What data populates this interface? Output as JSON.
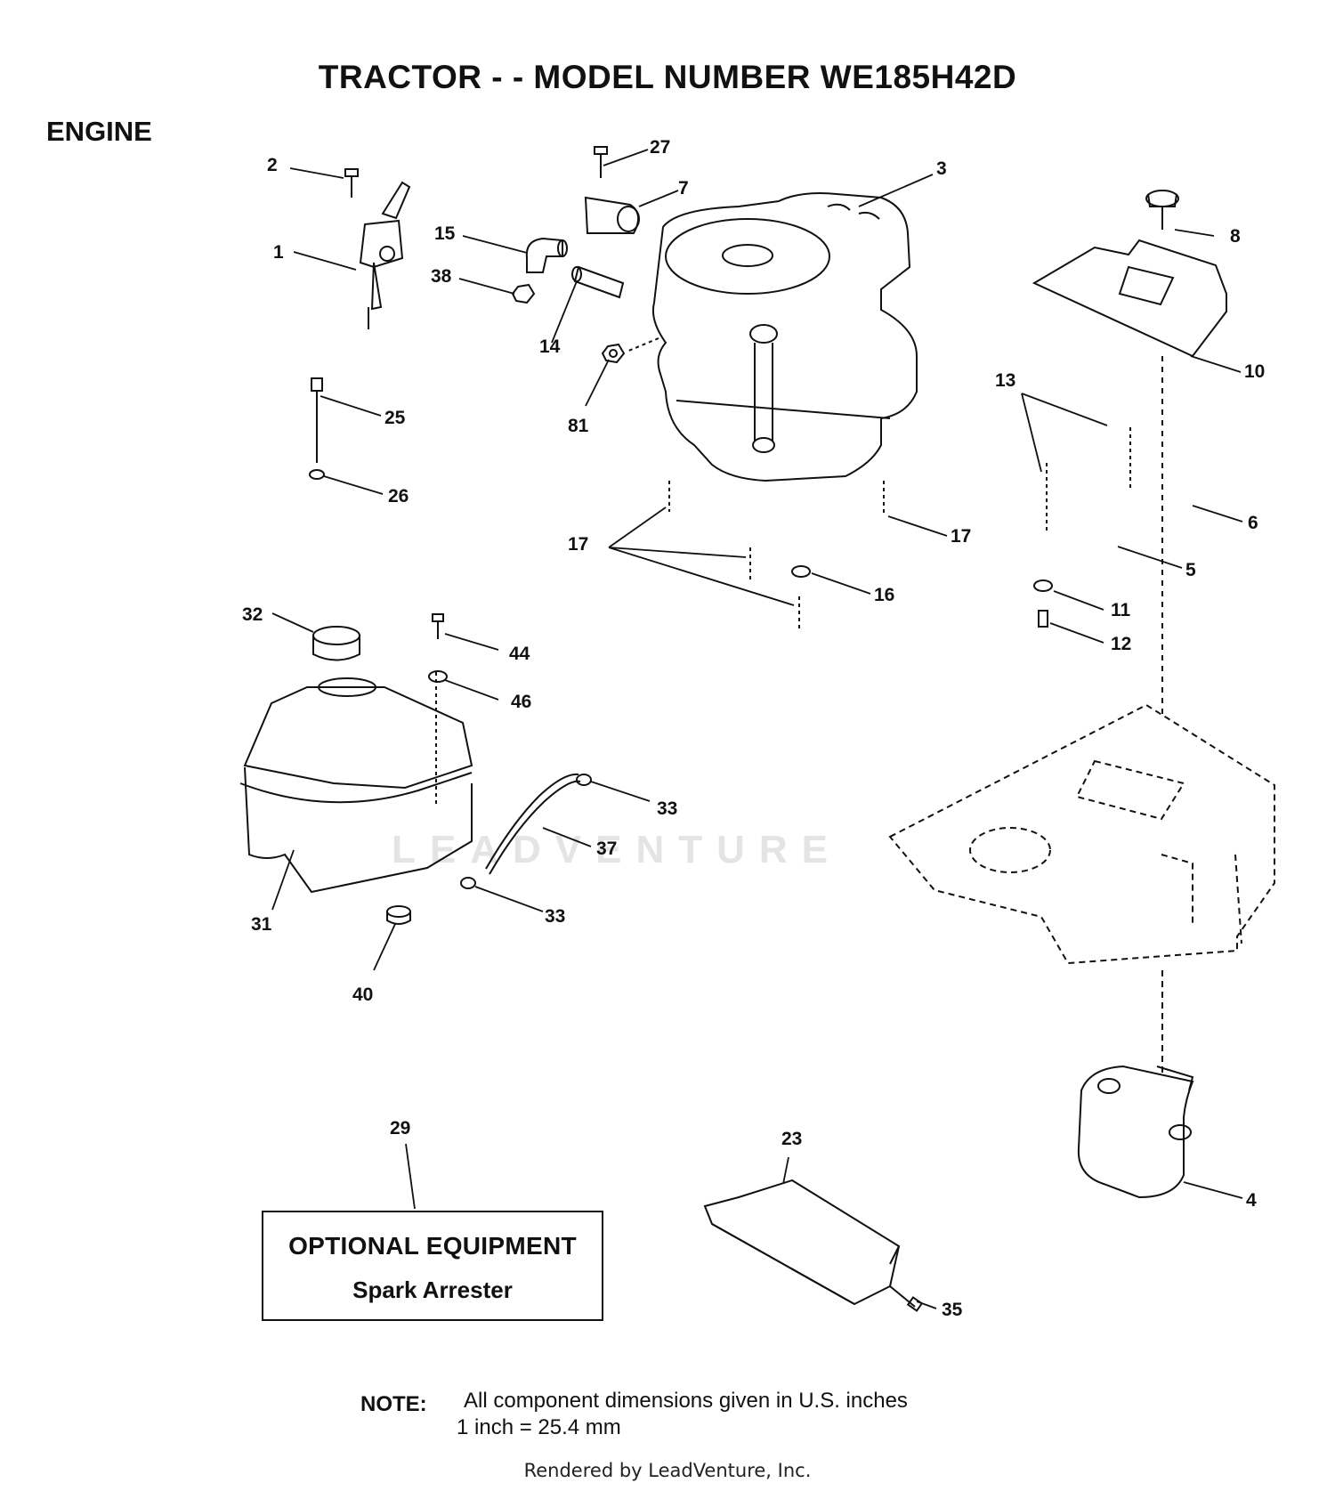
{
  "header": {
    "title": "TRACTOR - - MODEL NUMBER WE185H42D",
    "section": "ENGINE"
  },
  "callouts": [
    "1",
    "2",
    "3",
    "4",
    "5",
    "6",
    "7",
    "8",
    "10",
    "11",
    "12",
    "13",
    "14",
    "15",
    "16",
    "17",
    "23",
    "25",
    "26",
    "27",
    "29",
    "31",
    "32",
    "33",
    "35",
    "37",
    "38",
    "40",
    "44",
    "46",
    "81"
  ],
  "optional_box": {
    "title": "OPTIONAL EQUIPMENT",
    "item": "Spark Arrester"
  },
  "note": {
    "label": "NOTE:",
    "line1": "All component dimensions given in U.S. inches",
    "line2": "1 inch = 25.4 mm"
  },
  "watermark": "LEADVENTURE",
  "footer": "Rendered by LeadVenture, Inc."
}
